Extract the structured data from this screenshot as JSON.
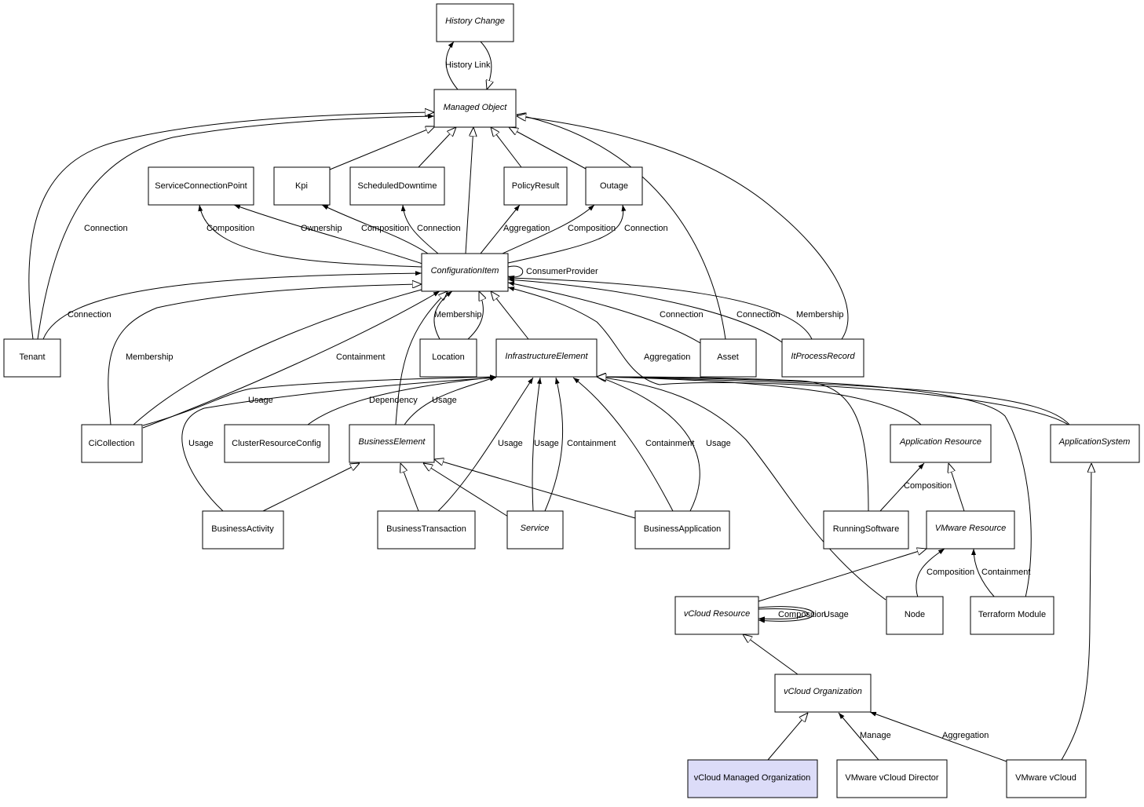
{
  "nodes": {
    "history_change": {
      "label": "History Change",
      "abstract": true
    },
    "managed_object": {
      "label": "Managed Object",
      "abstract": true
    },
    "service_connection_point": {
      "label": "ServiceConnectionPoint",
      "abstract": false
    },
    "kpi": {
      "label": "Kpi",
      "abstract": false
    },
    "scheduled_downtime": {
      "label": "ScheduledDowntime",
      "abstract": false
    },
    "policy_result": {
      "label": "PolicyResult",
      "abstract": false
    },
    "outage": {
      "label": "Outage",
      "abstract": false
    },
    "configuration_item": {
      "label": "ConfigurationItem",
      "abstract": true
    },
    "tenant": {
      "label": "Tenant",
      "abstract": false
    },
    "location": {
      "label": "Location",
      "abstract": false
    },
    "infrastructure_element": {
      "label": "InfrastructureElement",
      "abstract": true
    },
    "asset": {
      "label": "Asset",
      "abstract": false
    },
    "it_process_record": {
      "label": "ItProcessRecord",
      "abstract": true
    },
    "ci_collection": {
      "label": "CiCollection",
      "abstract": false
    },
    "cluster_resource_config": {
      "label": "ClusterResourceConfig",
      "abstract": false
    },
    "business_element": {
      "label": "BusinessElement",
      "abstract": true
    },
    "application_resource": {
      "label": "Application Resource",
      "abstract": true
    },
    "application_system": {
      "label": "ApplicationSystem",
      "abstract": true
    },
    "business_activity": {
      "label": "BusinessActivity",
      "abstract": false
    },
    "business_transaction": {
      "label": "BusinessTransaction",
      "abstract": false
    },
    "service": {
      "label": "Service",
      "abstract": true
    },
    "business_application": {
      "label": "BusinessApplication",
      "abstract": false
    },
    "running_software": {
      "label": "RunningSoftware",
      "abstract": false
    },
    "vmware_resource": {
      "label": "VMware Resource",
      "abstract": true
    },
    "vcloud_resource": {
      "label": "vCloud Resource",
      "abstract": true
    },
    "node": {
      "label": "Node",
      "abstract": false
    },
    "terraform_module": {
      "label": "Terraform Module",
      "abstract": false
    },
    "vcloud_organization": {
      "label": "vCloud Organization",
      "abstract": true
    },
    "vcloud_managed_organization": {
      "label": "vCloud Managed Organization",
      "abstract": false,
      "highlight_color": "#dcdcf8"
    },
    "vmware_vcloud_director": {
      "label": "VMware vCloud Director",
      "abstract": false
    },
    "vmware_vcloud": {
      "label": "VMware vCloud",
      "abstract": false
    }
  },
  "edge_labels": {
    "history_link": "History Link",
    "tenant_mo_connection": "Connection",
    "ci_scp_composition": "Composition",
    "ci_kpi_ownership": "Ownership",
    "ci_sd_composition": "Composition",
    "ci_sd_connection": "Connection",
    "ci_pr_aggregation": "Aggregation",
    "ci_outage_composition": "Composition",
    "ci_outage_connection": "Connection",
    "ci_self_consumer_provider": "ConsumerProvider",
    "tenant_ci_connection": "Connection",
    "cicollection_ci_membership": "Membership",
    "location_ci_membership": "Membership",
    "cicollection_ci_containment": "Containment",
    "ie_ci_aggregation": "Aggregation",
    "asset_ci_connection": "Connection",
    "itpr_ci_connection": "Connection",
    "itpr_ci_membership": "Membership",
    "cicollection_ie_usage": "Usage",
    "crc_ie_dependency": "Dependency",
    "be_ie_usage": "Usage",
    "ba_ie_usage": "Usage",
    "bt_ie_usage": "Usage",
    "service_ie_usage": "Usage",
    "service_ie_containment": "Containment",
    "bapp_ie_containment": "Containment",
    "bapp_ie_usage": "Usage",
    "rs_ar_composition": "Composition",
    "node_vr_composition": "Composition",
    "tm_vr_containment": "Containment",
    "vcr_self_composition": "Composition",
    "vcr_self_usage": "Usage",
    "vcd_vco_manage": "Manage",
    "vcloud_vco_aggregation": "Aggregation"
  }
}
